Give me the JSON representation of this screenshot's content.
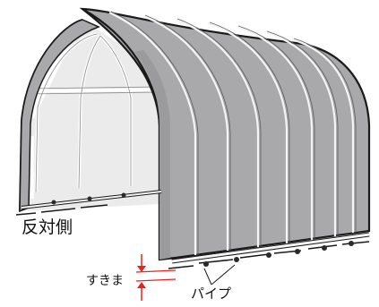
{
  "labels": {
    "opposite_side": "反対側",
    "gap": "すきま",
    "pipe": "パイプ"
  },
  "colors": {
    "cover_gray": "#a9a9ab",
    "cover_panel_dark": "#8f8f92",
    "interior_light": "#ebebec",
    "frame_white": "#f4f4f4",
    "outline": "#1a1a1a",
    "indicator_red": "#e8231e"
  },
  "parts": [
    "greenhouse-cover",
    "arch-pipes",
    "interior-frame",
    "base-pipe",
    "fixing-clips",
    "gap-indicator"
  ]
}
